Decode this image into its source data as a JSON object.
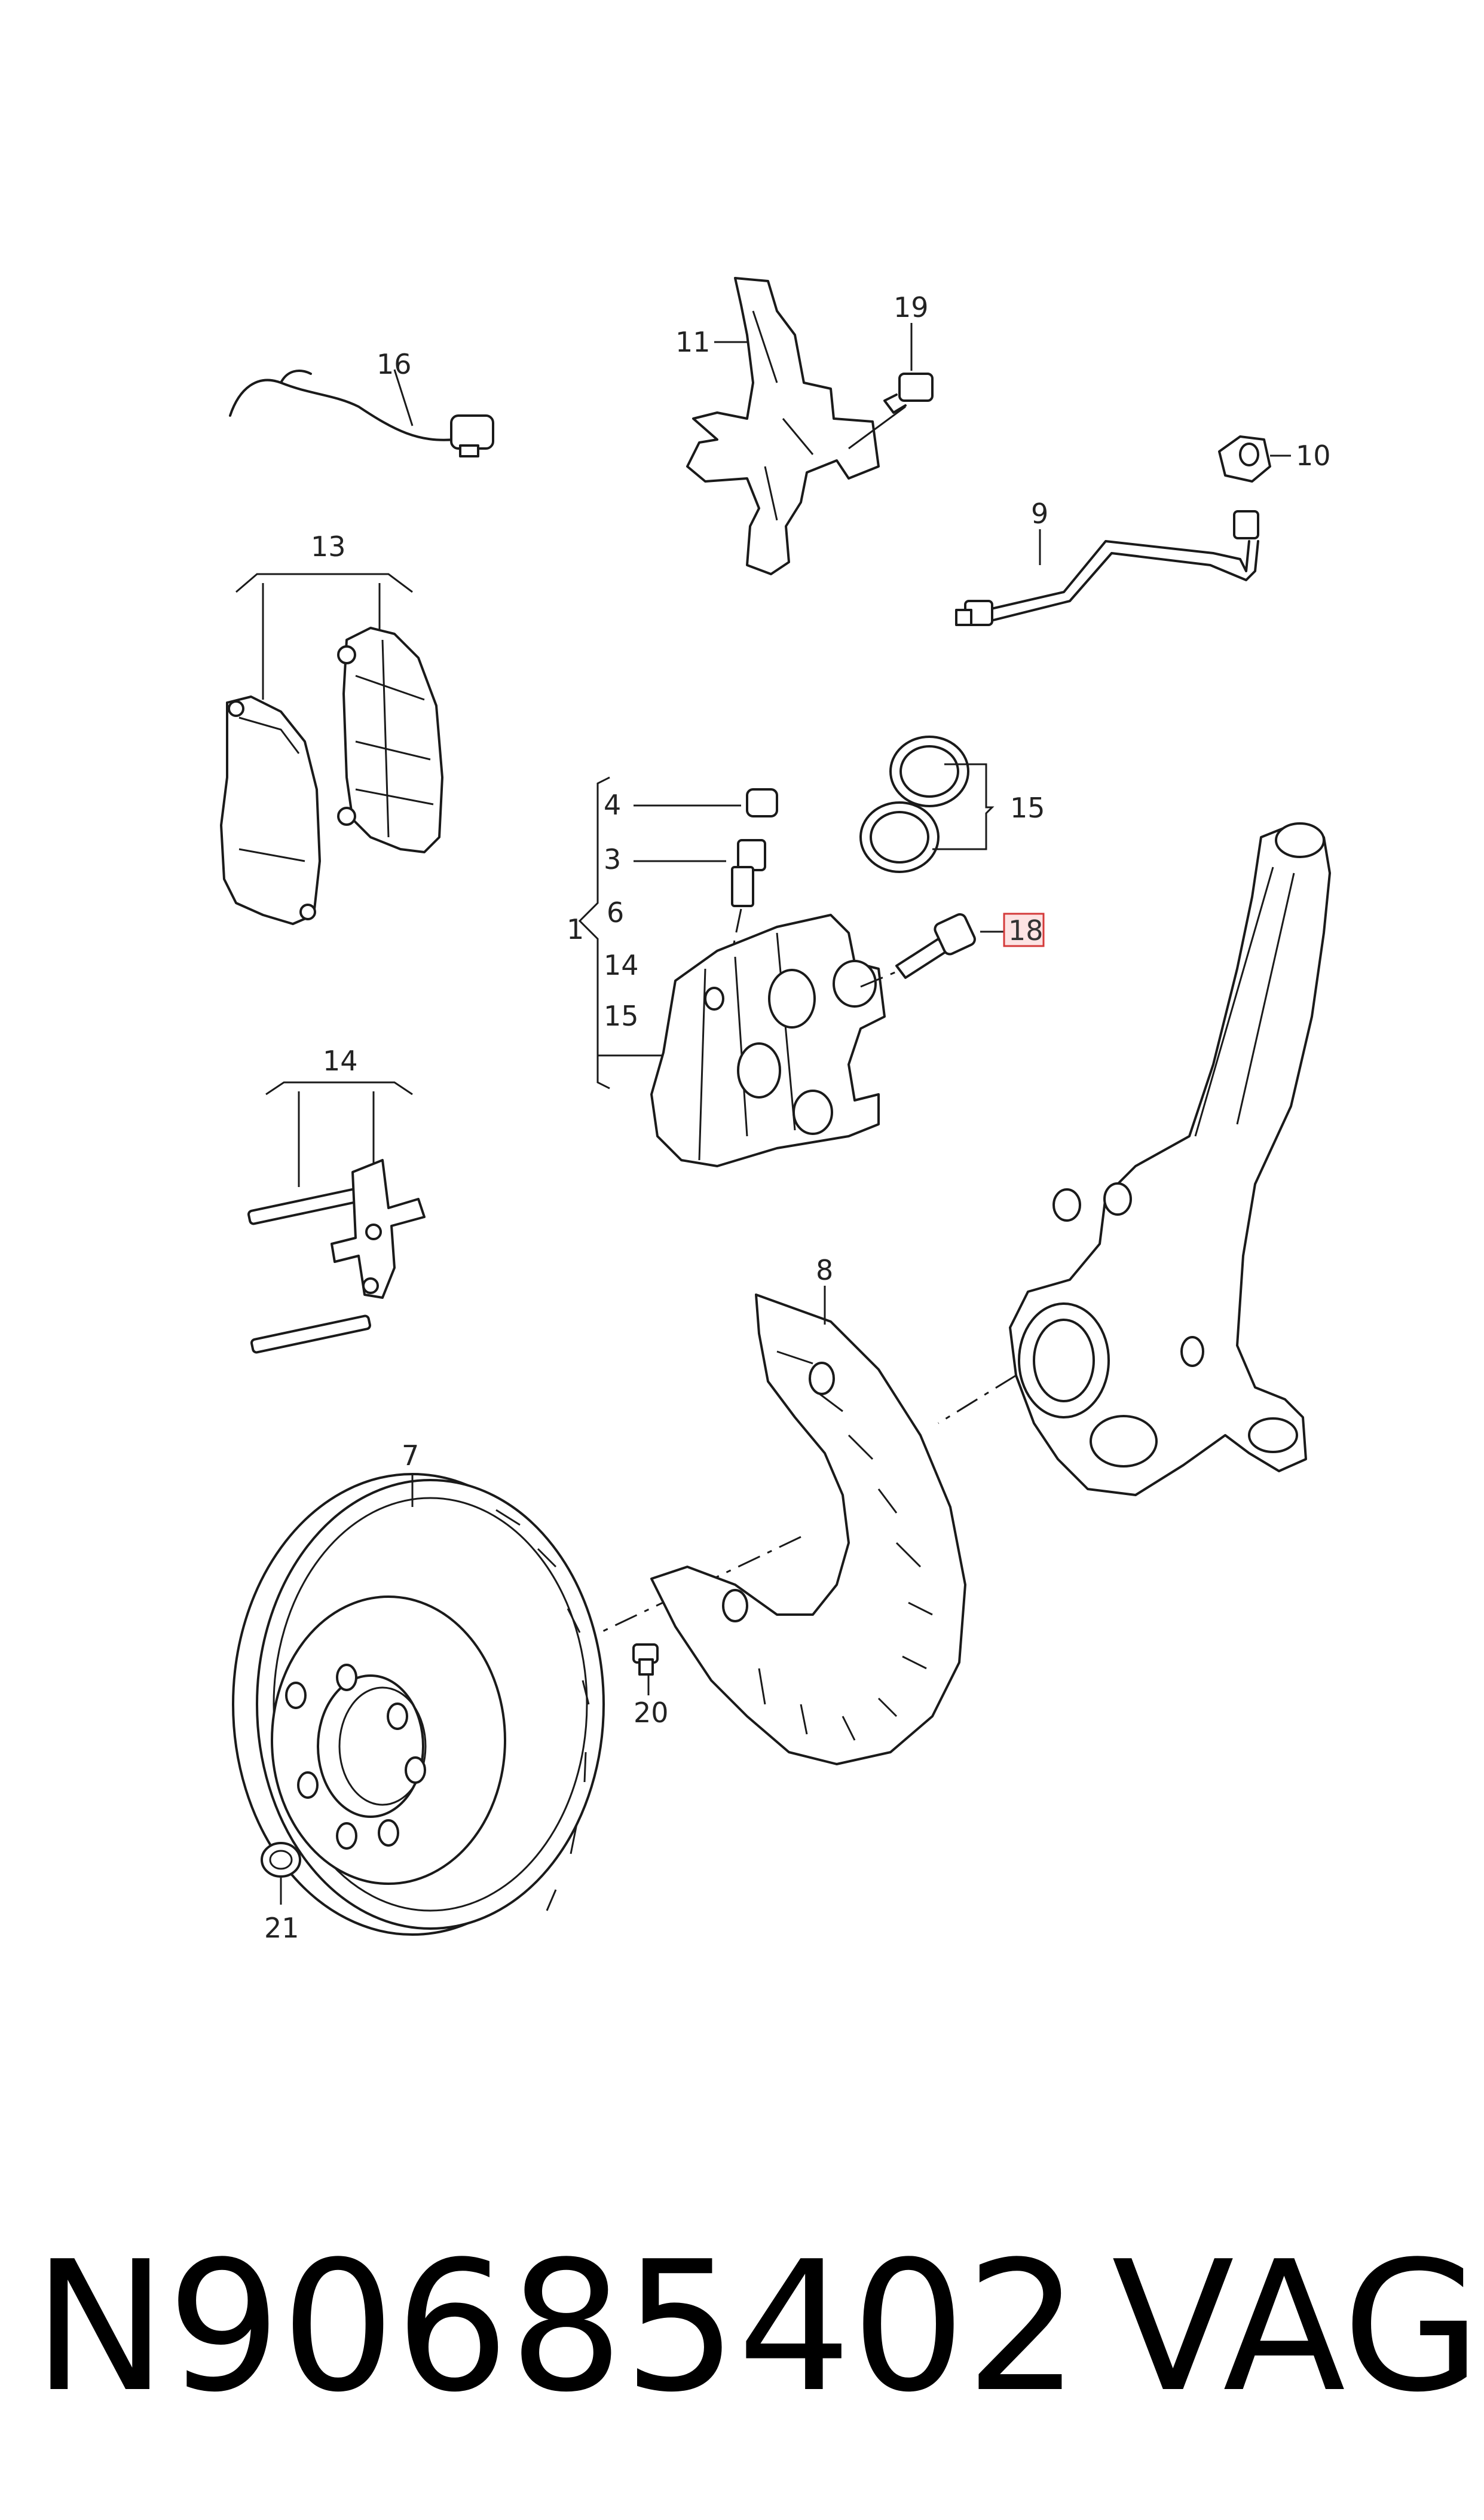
{
  "diagram": {
    "labels": {
      "l1": "1",
      "l3": "3",
      "l4": "4",
      "l6": "6",
      "l7": "7",
      "l8": "8",
      "l9": "9",
      "l10": "10",
      "l11": "11",
      "l13": "13",
      "l14_left": "14",
      "l14_group": "14",
      "l15_left": "15",
      "l15_group": "15",
      "l16": "16",
      "l18": "18",
      "l19": "19",
      "l20": "20",
      "l21": "21"
    },
    "highlighted_label": "18",
    "highlight_color": "#d43a3a"
  },
  "caption": {
    "part_number": "N90685402",
    "brand": "VAG"
  }
}
